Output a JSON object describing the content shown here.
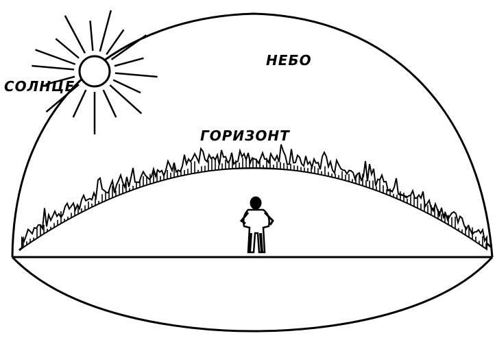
{
  "labels": {
    "sun": "СОЛНЦЕ",
    "sky": "НЕБО",
    "horizon": "ГОРИЗОНТ"
  },
  "colors": {
    "ink": "#000000",
    "paper": "#ffffff"
  }
}
